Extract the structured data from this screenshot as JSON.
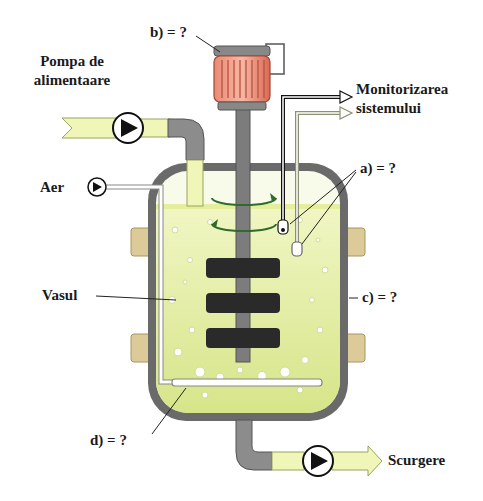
{
  "diagram": {
    "labels": [
      "b) = ?",
      "Pompa de alimentaare",
      "Monitorizarea sistemului",
      "Aer",
      "a) = ?",
      "Vasul",
      "c) = ?",
      "d) = ?",
      "Scurgere"
    ]
  }
}
